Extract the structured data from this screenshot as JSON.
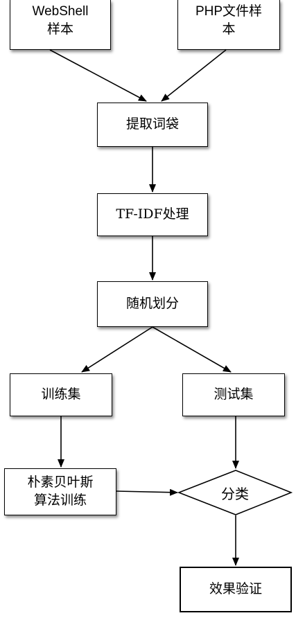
{
  "nodes": {
    "webshell": "WebShell\n样本",
    "php": "PHP文件样\n本",
    "bag_of_words": "提取词袋",
    "tfidf": "TF-IDF处理",
    "split": "随机划分",
    "train_set": "训练集",
    "test_set": "测试集",
    "naive_bayes": "朴素贝叶斯\n算法训练",
    "classify": "分类",
    "validate": "效果验证"
  }
}
